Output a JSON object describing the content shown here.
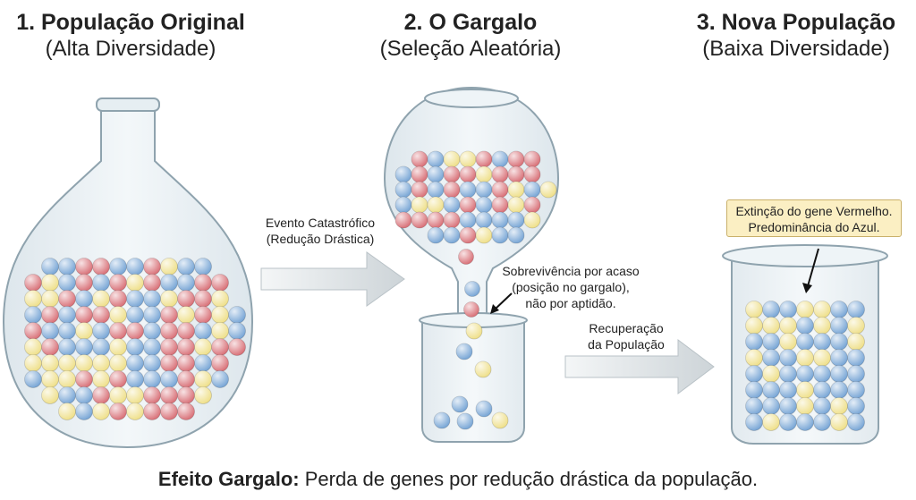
{
  "stages": [
    {
      "title": "1. População Original",
      "subtitle": "(Alta Diversidade)"
    },
    {
      "title": "2. O Gargalo",
      "subtitle": "(Seleção Aleatória)"
    },
    {
      "title": "3. Nova População",
      "subtitle": "(Baixa Diversidade)"
    }
  ],
  "arrows": {
    "event_line1": "Evento Catastrófico",
    "event_line2": "(Redução Drástica)",
    "recovery_line1": "Recuperação",
    "recovery_line2": "da População"
  },
  "annotation": {
    "line1": "Sobrevivência por acaso",
    "line2": "(posição no gargalo),",
    "line3": "não por aptidão."
  },
  "callout": {
    "line1": "Extinção do gene Vermelho.",
    "line2": "Predominância do Azul."
  },
  "caption": {
    "bold": "Efeito Gargalo:",
    "text": " Perda de genes por redução drástica da população."
  },
  "colors": {
    "red": "#d9737a",
    "blue": "#7aa7d6",
    "yellow": "#efe08c",
    "glass": "#dfe9ef",
    "glass_edge": "#8fa3ae",
    "arrow": "#d7dde0"
  }
}
